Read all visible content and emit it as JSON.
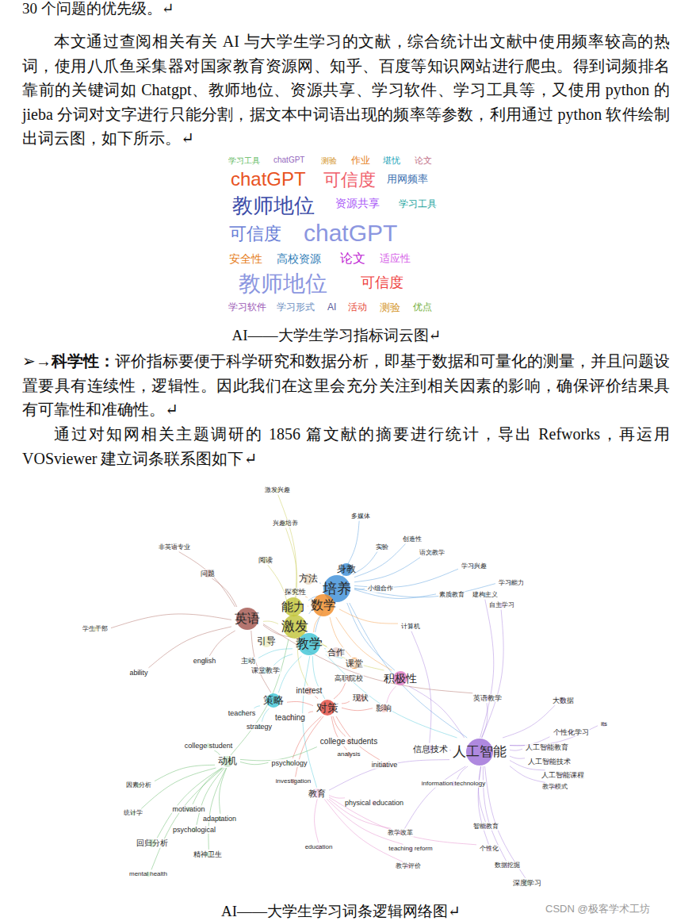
{
  "diagram": {
    "nodes": [
      {
        "text": [
          "培养"
        ]
      },
      {
        "text": [
          "身教"
        ]
      },
      {
        "text": [
          "方法"
        ]
      },
      {
        "text": [
          "多媒体"
        ]
      },
      {
        "text": [
          "创造性"
        ]
      },
      {
        "text": [
          "语文教学"
        ]
      },
      {
        "text": [
          "学习兴趣"
        ]
      },
      {
        "text": [
          "小组合作"
        ]
      },
      {
        "text": [
          "计算机"
        ]
      },
      {
        "text": [
          "建构主义"
        ]
      },
      {
        "text": [
          "自主学习"
        ]
      },
      {
        "text": [
          "学习能力"
        ]
      },
      {
        "text": [
          "素质教育"
        ]
      },
      {
        "text": [
          "实验"
        ]
      },
      {
        "text": [
          "数学"
        ]
      },
      {
        "text": [
          "课堂"
        ]
      },
      {
        "text": [
          "激发"
        ]
      },
      {
        "text": [
          "能力"
        ]
      },
      {
        "text": [
          "引导"
        ]
      },
      {
        "text": [
          "探究性"
        ]
      },
      {
        "text": [
          "阅读"
        ]
      },
      {
        "text": [
          "兴趣培养"
        ]
      },
      {
        "text": [
          "激发兴趣"
        ]
      },
      {
        "text": [
          "英语"
        ]
      },
      {
        "text": [
          "学生干部"
        ]
      },
      {
        "text": [
          "非英语专业"
        ]
      },
      {
        "text": [
          "问题"
        ]
      },
      {
        "text": [
          "合作"
        ]
      },
      {
        "text": [
          "教学"
        ]
      },
      {
        "text": [
          "策略"
        ]
      },
      {
        "text": [
          "课堂教学"
        ]
      },
      {
        "text": [
          "主动"
        ]
      },
      {
        "text": [
          "english"
        ]
      },
      {
        "text": [
          "ability"
        ]
      },
      {
        "text": [
          "teachers"
        ]
      },
      {
        "text": [
          "strategy"
        ]
      },
      {
        "text": [
          "积极性"
        ]
      },
      {
        "text": [
          "教育"
        ]
      },
      {
        "text": [
          "physical education"
        ]
      },
      {
        "text": [
          "education"
        ]
      },
      {
        "text": [
          "teaching reform"
        ]
      },
      {
        "text": [
          "教学改革"
        ]
      },
      {
        "text": [
          "教学评价"
        ]
      },
      {
        "text": [
          "个性化"
        ]
      },
      {
        "text": [
          "对策"
        ]
      },
      {
        "text": [
          "interest"
        ]
      },
      {
        "text": [
          "teaching"
        ]
      },
      {
        "text": [
          "高职院校"
        ]
      },
      {
        "text": [
          "college students"
        ]
      },
      {
        "text": [
          "analysis"
        ]
      },
      {
        "text": [
          "investigation"
        ]
      },
      {
        "text": [
          "initiative"
        ]
      },
      {
        "text": [
          "现状"
        ]
      },
      {
        "text": [
          "影响"
        ]
      },
      {
        "text": [
          "动机"
        ]
      },
      {
        "text": [
          "college student"
        ]
      },
      {
        "text": [
          "motivation"
        ]
      },
      {
        "text": [
          "adaptation"
        ]
      },
      {
        "text": [
          "psychological"
        ]
      },
      {
        "text": [
          "回归分析"
        ]
      },
      {
        "text": [
          "mental health"
        ]
      },
      {
        "text": [
          "精神卫生"
        ]
      },
      {
        "text": [
          "因素分析"
        ]
      },
      {
        "text": [
          "统计学"
        ]
      },
      {
        "text": [
          "psychology"
        ]
      },
      {
        "text": [
          "人工智能"
        ]
      },
      {
        "text": [
          "信息技术"
        ]
      },
      {
        "text": [
          "information technology"
        ]
      },
      {
        "text": [
          "大数据"
        ]
      },
      {
        "text": [
          "个性化学习"
        ]
      },
      {
        "text": [
          "人工智能教育"
        ]
      },
      {
        "text": [
          "人工智能技术"
        ]
      },
      {
        "text": [
          "人工智能课程"
        ]
      },
      {
        "text": [
          "教学模式"
        ]
      },
      {
        "text": [
          "英语教学"
        ]
      },
      {
        "text": [
          "深度学习"
        ]
      },
      {
        "text": [
          "数据挖掘"
        ]
      },
      {
        "text": [
          "智能教育"
        ]
      },
      {
        "text": [
          "its"
        ]
      }
    ],
    "edges": [
      {
        "from": 0,
        "to": 1,
        "arrow": "none"
      },
      {
        "from": 0,
        "to": 2,
        "arrow": "none"
      },
      {
        "from": 0,
        "to": 3,
        "arrow": "none"
      },
      {
        "from": 0,
        "to": 4,
        "arrow": "none"
      },
      {
        "from": 0,
        "to": 5,
        "arrow": "none"
      },
      {
        "from": 0,
        "to": 6,
        "arrow": "none"
      },
      {
        "from": 0,
        "to": 7,
        "arrow": "none"
      },
      {
        "from": 0,
        "to": 13,
        "arrow": "none"
      },
      {
        "from": 0,
        "to": 14,
        "arrow": "none"
      },
      {
        "from": 0,
        "to": 16,
        "arrow": "none"
      },
      {
        "from": 0,
        "to": 17,
        "arrow": "none"
      },
      {
        "from": 0,
        "to": 28,
        "arrow": "none"
      },
      {
        "from": 0,
        "to": 36,
        "arrow": "none"
      },
      {
        "from": 0,
        "to": 11,
        "arrow": "none"
      },
      {
        "from": 0,
        "to": 12,
        "arrow": "none"
      },
      {
        "from": 0,
        "to": 65,
        "arrow": "none"
      },
      {
        "from": 14,
        "to": 8,
        "arrow": "none"
      },
      {
        "from": 14,
        "to": 15,
        "arrow": "none"
      },
      {
        "from": 14,
        "to": 19,
        "arrow": "none"
      },
      {
        "from": 14,
        "to": 28,
        "arrow": "none"
      },
      {
        "from": 14,
        "to": 36,
        "arrow": "none"
      },
      {
        "from": 14,
        "to": 17,
        "arrow": "none"
      },
      {
        "from": 16,
        "to": 17,
        "arrow": "none"
      },
      {
        "from": 16,
        "to": 18,
        "arrow": "none"
      },
      {
        "from": 16,
        "to": 20,
        "arrow": "none"
      },
      {
        "from": 16,
        "to": 21,
        "arrow": "none"
      },
      {
        "from": 16,
        "to": 22,
        "arrow": "none"
      },
      {
        "from": 16,
        "to": 23,
        "arrow": "none"
      },
      {
        "from": 16,
        "to": 45,
        "arrow": "none"
      },
      {
        "from": 16,
        "to": 27,
        "arrow": "none"
      },
      {
        "from": 16,
        "to": 36,
        "arrow": "none"
      },
      {
        "from": 23,
        "to": 24,
        "arrow": "none"
      },
      {
        "from": 23,
        "to": 25,
        "arrow": "none"
      },
      {
        "from": 23,
        "to": 26,
        "arrow": "none"
      },
      {
        "from": 23,
        "to": 32,
        "arrow": "none"
      },
      {
        "from": 23,
        "to": 33,
        "arrow": "none"
      },
      {
        "from": 23,
        "to": 28,
        "arrow": "none"
      },
      {
        "from": 23,
        "to": 29,
        "arrow": "none"
      },
      {
        "from": 23,
        "to": 74,
        "arrow": "none"
      },
      {
        "from": 28,
        "to": 30,
        "arrow": "none"
      },
      {
        "from": 28,
        "to": 31,
        "arrow": "none"
      },
      {
        "from": 28,
        "to": 29,
        "arrow": "none"
      },
      {
        "from": 28,
        "to": 44,
        "arrow": "none"
      },
      {
        "from": 28,
        "to": 15,
        "arrow": "none"
      },
      {
        "from": 28,
        "to": 27,
        "arrow": "none"
      },
      {
        "from": 28,
        "to": 37,
        "arrow": "none"
      },
      {
        "from": 28,
        "to": 65,
        "arrow": "none"
      },
      {
        "from": 44,
        "to": 45,
        "arrow": "none"
      },
      {
        "from": 44,
        "to": 46,
        "arrow": "none"
      },
      {
        "from": 44,
        "to": 47,
        "arrow": "none"
      },
      {
        "from": 44,
        "to": 48,
        "arrow": "none"
      },
      {
        "from": 44,
        "to": 49,
        "arrow": "none"
      },
      {
        "from": 44,
        "to": 50,
        "arrow": "none"
      },
      {
        "from": 44,
        "to": 51,
        "arrow": "none"
      },
      {
        "from": 44,
        "to": 52,
        "arrow": "none"
      },
      {
        "from": 44,
        "to": 53,
        "arrow": "none"
      },
      {
        "from": 44,
        "to": 29,
        "arrow": "none"
      },
      {
        "from": 44,
        "to": 64,
        "arrow": "none"
      },
      {
        "from": 54,
        "to": 55,
        "arrow": "none"
      },
      {
        "from": 54,
        "to": 56,
        "arrow": "none"
      },
      {
        "from": 54,
        "to": 57,
        "arrow": "none"
      },
      {
        "from": 54,
        "to": 58,
        "arrow": "none"
      },
      {
        "from": 54,
        "to": 59,
        "arrow": "none"
      },
      {
        "from": 54,
        "to": 60,
        "arrow": "none"
      },
      {
        "from": 54,
        "to": 61,
        "arrow": "none"
      },
      {
        "from": 54,
        "to": 62,
        "arrow": "none"
      },
      {
        "from": 54,
        "to": 63,
        "arrow": "none"
      },
      {
        "from": 54,
        "to": 64,
        "arrow": "none"
      },
      {
        "from": 54,
        "to": 48,
        "arrow": "none"
      },
      {
        "from": 54,
        "to": 16,
        "arrow": "none"
      },
      {
        "from": 65,
        "to": 66,
        "arrow": "none"
      },
      {
        "from": 65,
        "to": 67,
        "arrow": "none"
      },
      {
        "from": 65,
        "to": 68,
        "arrow": "none"
      },
      {
        "from": 65,
        "to": 69,
        "arrow": "none"
      },
      {
        "from": 65,
        "to": 70,
        "arrow": "none"
      },
      {
        "from": 65,
        "to": 71,
        "arrow": "none"
      },
      {
        "from": 65,
        "to": 72,
        "arrow": "none"
      },
      {
        "from": 65,
        "to": 73,
        "arrow": "none"
      },
      {
        "from": 65,
        "to": 74,
        "arrow": "none"
      },
      {
        "from": 65,
        "to": 75,
        "arrow": "none"
      },
      {
        "from": 65,
        "to": 76,
        "arrow": "none"
      },
      {
        "from": 65,
        "to": 77,
        "arrow": "none"
      },
      {
        "from": 65,
        "to": 78,
        "arrow": "none"
      },
      {
        "from": 65,
        "to": 9,
        "arrow": "none"
      },
      {
        "from": 65,
        "to": 10,
        "arrow": "none"
      },
      {
        "from": 65,
        "to": 43,
        "arrow": "none"
      },
      {
        "from": 65,
        "to": 41,
        "arrow": "none"
      },
      {
        "from": 65,
        "to": 37,
        "arrow": "none"
      },
      {
        "from": 65,
        "to": 36,
        "arrow": "none"
      },
      {
        "from": 37,
        "to": 38,
        "arrow": "none"
      },
      {
        "from": 37,
        "to": 39,
        "arrow": "none"
      },
      {
        "from": 37,
        "to": 40,
        "arrow": "none"
      },
      {
        "from": 37,
        "to": 41,
        "arrow": "none"
      },
      {
        "from": 37,
        "to": 42,
        "arrow": "none"
      },
      {
        "from": 37,
        "to": 43,
        "arrow": "none"
      },
      {
        "from": 29,
        "to": 34,
        "arrow": "none"
      },
      {
        "from": 29,
        "to": 35,
        "arrow": "none"
      },
      {
        "from": 66,
        "to": 8,
        "arrow": "none"
      },
      {
        "from": 36,
        "to": 53,
        "arrow": "none"
      }
    ],
    "labels": [
      "30 个问题的优先级。↵",
      "本文通过查阅相关有关 AI 与大学生学习的文献，综合统计出文献中使用频率较高的热词，使用八爪鱼采集器对国家教育资源网、知乎、百度等知识网站进行爬虫。得到词频排名靠前的关键词如 Chatgpt、教师地位、资源共享、学习软件、学习工具等，又使用 python 的 jieba 分词对文字进行只能分割，据文本中词语出现的频率等参数，利用通过 python 软件绘制出词云图，如下所示。↵",
      "学习工具",
      "chatGPT",
      "测验",
      "作业",
      "堪忧",
      "论文",
      "chatGPT",
      "可信度",
      "用网频率",
      "教师地位",
      "资源共享",
      "学习工具",
      "可信度",
      "chatGPT",
      "安全性",
      "高校资源",
      "论文",
      "适应性",
      "教师地位",
      "可信度",
      "学习软件",
      "学习形式",
      "AI",
      "活动",
      "测验",
      "优点",
      "AI——大学生学习指标词云图↵",
      "➢→",
      "科学性：",
      "评价指标要便于科学研究和数据分析，即基于数据和可量化的测量，并且问题设置要具有连续性，逻辑性。因此我们在这里会充分关注到相关因素的影响，确保评价结果具有可靠性和准确性。↵",
      "通过对知网相关主题调研的 1856 篇文献的摘要进行统计，导出 Refworks，再运用 VOSviewer 建立词条联系图如下↵",
      "AI——大学生学习词条逻辑网络图↵",
      "CSDN @极客学术工坊"
    ]
  }
}
